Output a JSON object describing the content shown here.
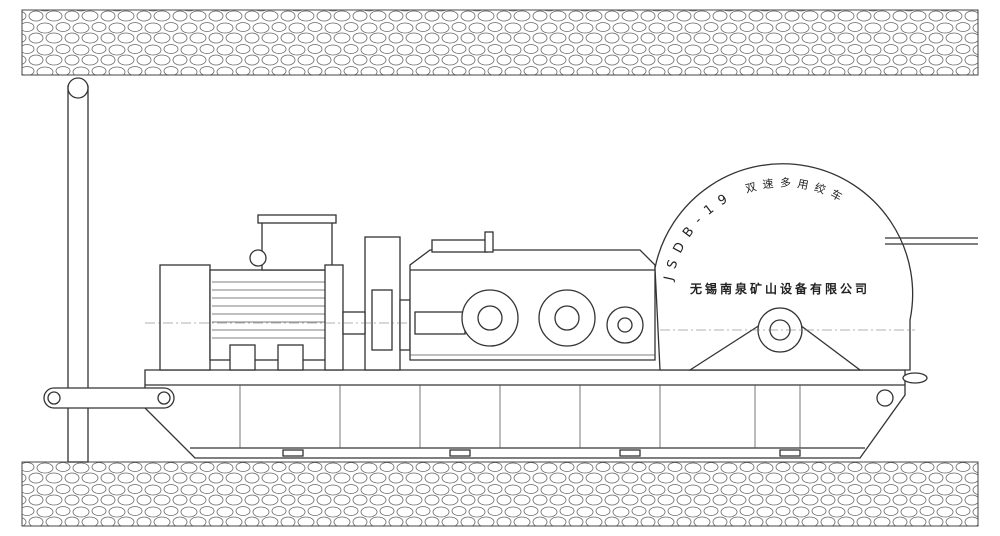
{
  "drawing": {
    "model_label": "JSDB-19",
    "product_name": "双速多用绞车",
    "company_name": "无锡南泉矿山设备有限公司"
  }
}
